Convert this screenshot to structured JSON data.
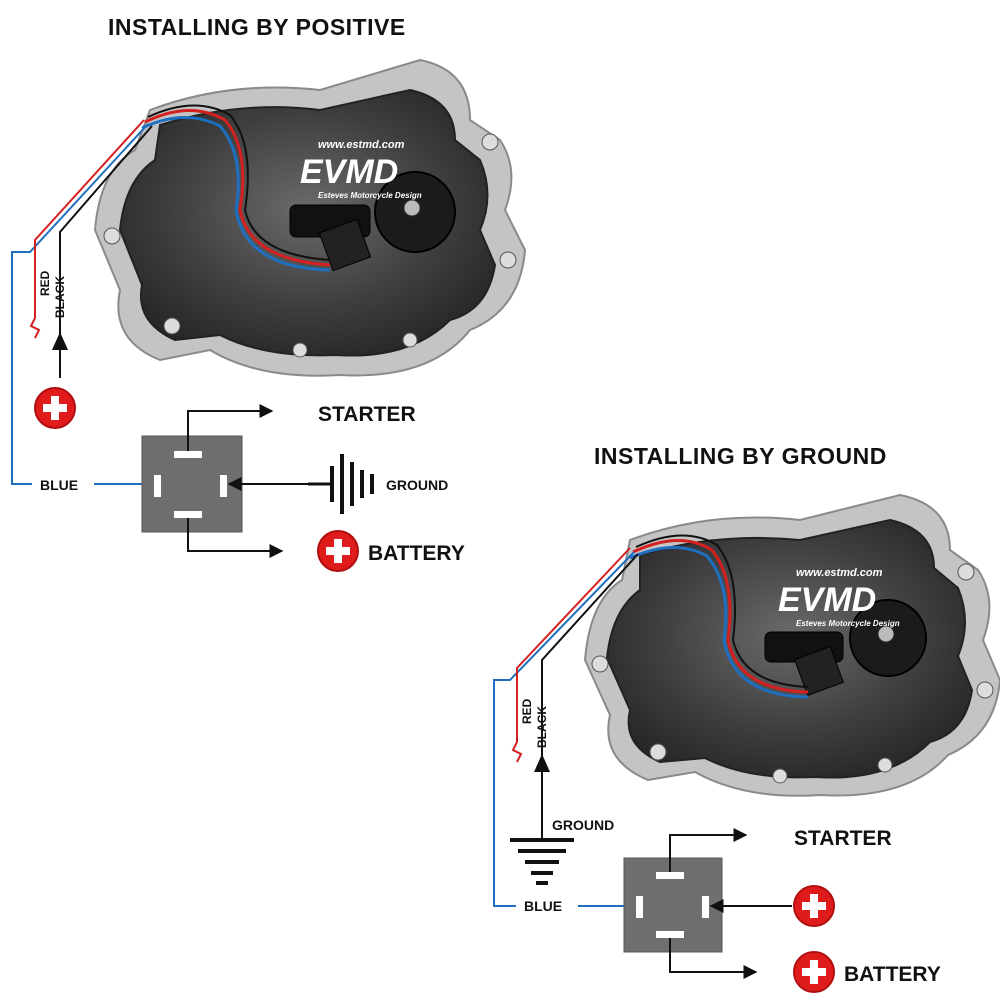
{
  "positive": {
    "title": "INSTALLING BY POSITIVE",
    "wire_red": "RED",
    "wire_black": "BLACK",
    "wire_blue": "BLUE",
    "starter": "STARTER",
    "ground": "GROUND",
    "battery": "BATTERY"
  },
  "ground": {
    "title": "INSTALLING BY GROUND",
    "wire_red": "RED",
    "wire_black": "BLACK",
    "wire_blue": "BLUE",
    "starter": "STARTER",
    "ground": "GROUND",
    "battery": "BATTERY"
  },
  "watermark": {
    "url": "www.estmd.com",
    "logo": "EVMD",
    "tagline": "Esteves Motorcycle Design"
  },
  "colors": {
    "wire_red": "#d42020",
    "wire_blue": "#1f6fc0",
    "wire_black": "#111111",
    "relay": "#6f6f6f",
    "positive_symbol": "#e01b1b",
    "cover_metal": "#4a4a4a",
    "gasket": "#bdbdbd"
  }
}
